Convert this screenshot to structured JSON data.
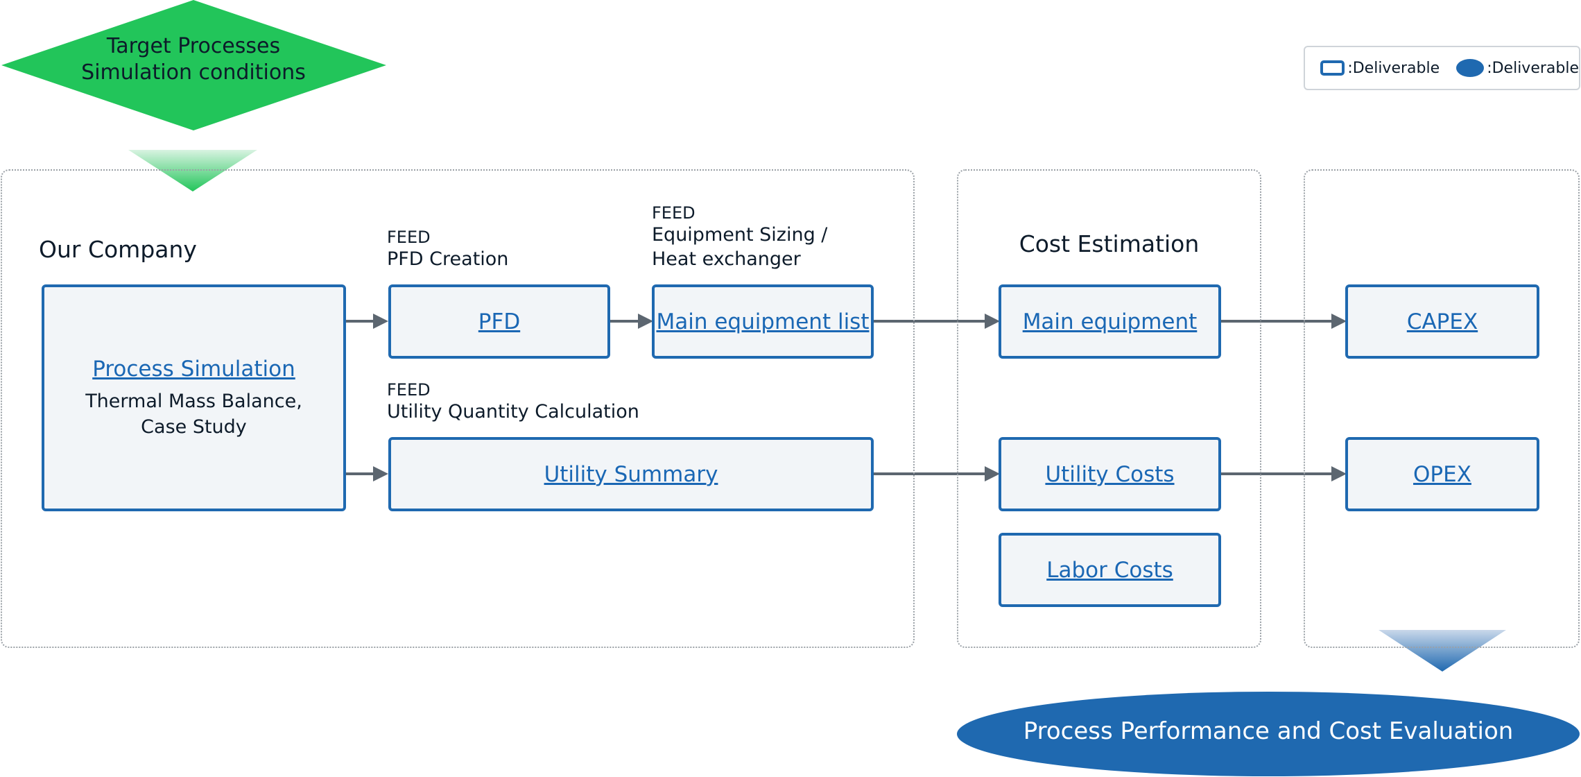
{
  "start": {
    "line1": "Target Processes",
    "line2": "Simulation conditions"
  },
  "legend": {
    "rect_label": ":Deliverable",
    "oval_label": ":Deliverable"
  },
  "panels": {
    "company": {
      "title": "Our Company"
    },
    "cost": {
      "title": "Cost Estimation"
    }
  },
  "steps": {
    "pfd_creation": {
      "tag": "FEED",
      "label": "PFD Creation"
    },
    "equipment_sizing": {
      "tag": "FEED",
      "line1": "Equipment Sizing /",
      "line2": "Heat exchanger"
    },
    "utility_calc": {
      "tag": "FEED",
      "label": "Utility Quantity Calculation"
    }
  },
  "boxes": {
    "process_simulation": {
      "title": "Process Simulation",
      "line1": "Thermal Mass Balance,",
      "line2": "Case Study"
    },
    "pfd": "PFD",
    "main_equipment_list": "Main equipment list",
    "utility_summary": "Utility Summary",
    "main_equipment": "Main equipment",
    "utility_costs": "Utility Costs",
    "labor_costs": "Labor Costs",
    "capex": "CAPEX",
    "opex": "OPEX"
  },
  "result": {
    "label": "Process Performance and Cost Evaluation"
  },
  "colors": {
    "accent": "#1f69b0",
    "link": "#1a67b4",
    "start_green": "#22c55a",
    "box_fill": "#f2f5f8",
    "arrow": "#5c6670"
  }
}
